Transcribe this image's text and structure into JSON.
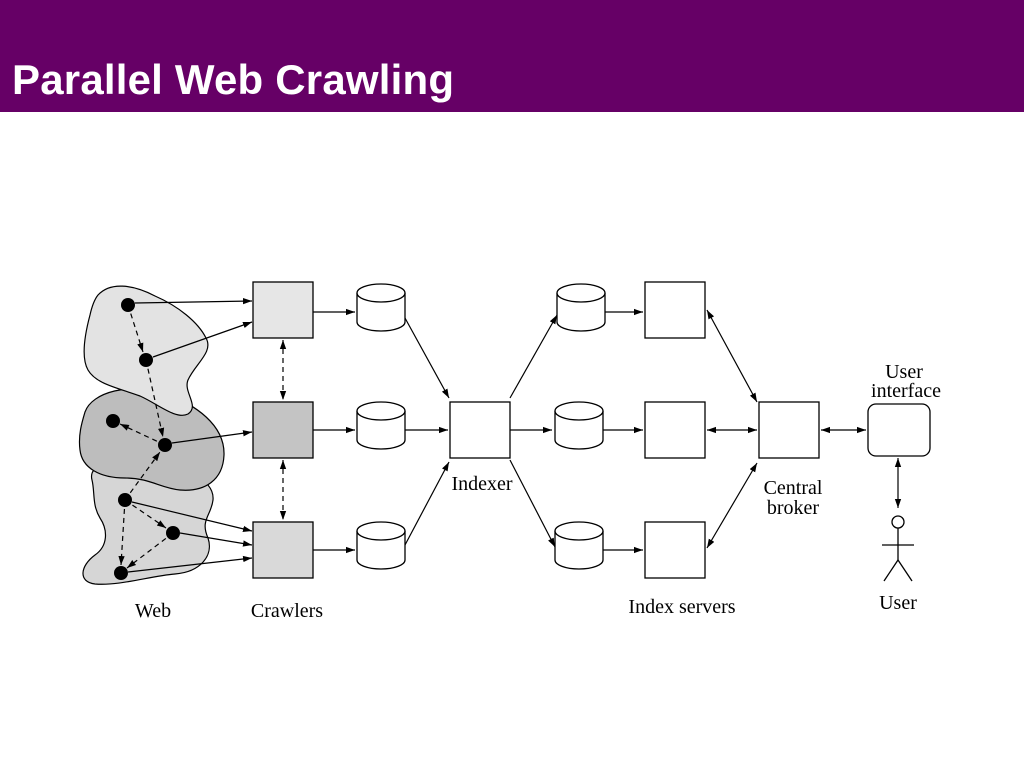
{
  "slide": {
    "title": "Parallel Web Crawling",
    "header_color": "#660066"
  },
  "diagram": {
    "labels": {
      "web": "Web",
      "crawlers": "Crawlers",
      "indexer": "Indexer",
      "index_servers": "Index servers",
      "central_broker_line1": "Central",
      "central_broker_line2": "broker",
      "user_interface_line1": "User",
      "user_interface_line2": "interface",
      "user": "User"
    }
  }
}
